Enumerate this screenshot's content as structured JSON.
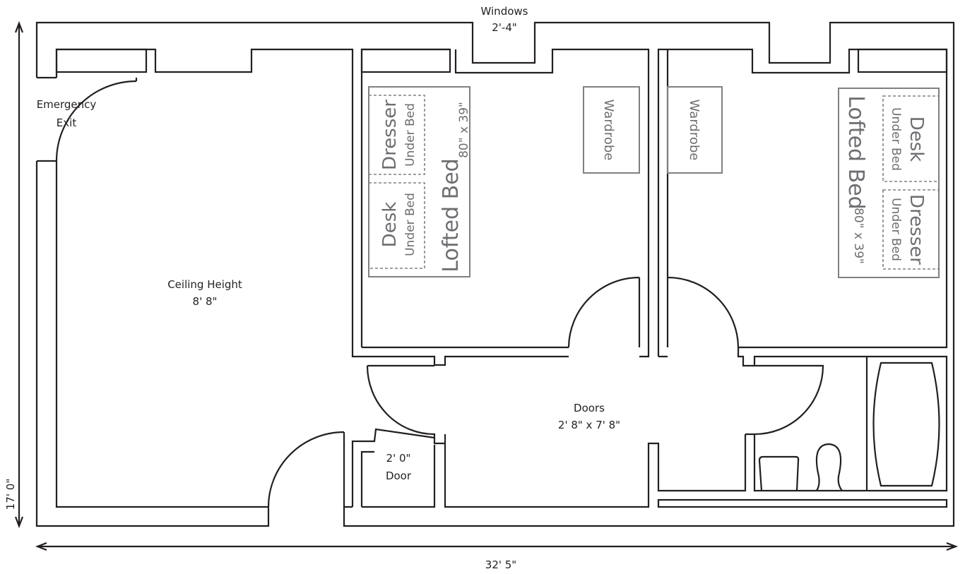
{
  "title": "Dorm suite floor plan",
  "labels": {
    "windows": "Windows",
    "windows_size": "2'-4\"",
    "emergency": "Emergency",
    "exit": "Exit",
    "ceiling": "Ceiling Height",
    "ceiling_value": "8' 8\"",
    "doors": "Doors",
    "doors_size": "2' 8\" x 7' 8\"",
    "closet_size": "2' 0\"",
    "closet_door": "Door",
    "height_dim": "17' 0\"",
    "width_dim": "32' 5\""
  },
  "bedroom_left": {
    "bed": "Lofted Bed",
    "bed_size": "80\" x 39\"",
    "dresser": "Dresser",
    "dresser_sub": "Under Bed",
    "desk": "Desk",
    "desk_sub": "Under Bed",
    "wardrobe": "Wardrobe"
  },
  "bedroom_right": {
    "bed": "Lofted Bed",
    "bed_size": "80\" x 39\"",
    "dresser": "Dresser",
    "dresser_sub": "Under Bed",
    "desk": "Desk",
    "desk_sub": "Under Bed",
    "wardrobe": "Wardrobe"
  }
}
